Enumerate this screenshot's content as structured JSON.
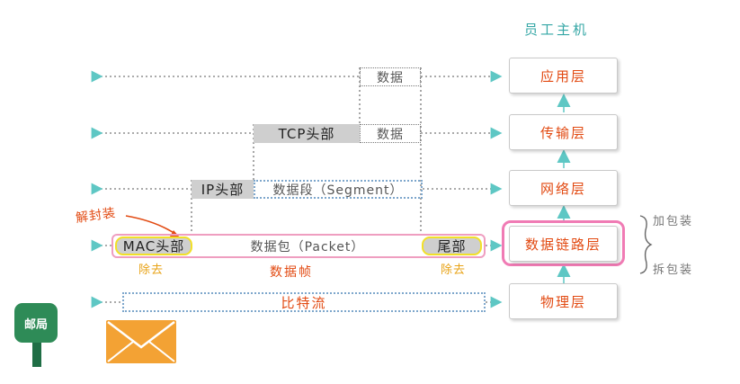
{
  "host_title": "员工主机",
  "layers": {
    "app": "应用层",
    "transport": "传输层",
    "network": "网络层",
    "datalink": "数据链路层",
    "physical": "物理层"
  },
  "app_row": {
    "data": "数据"
  },
  "transport_row": {
    "tcp_header": "TCP头部",
    "data": "数据"
  },
  "network_row": {
    "ip_header": "IP头部",
    "segment": "数据段（Segment）"
  },
  "datalink_row": {
    "mac_header": "MAC头部",
    "packet": "数据包（Packet）",
    "trailer": "尾部",
    "remove_left": "除去",
    "remove_right": "除去",
    "frame": "数据帧",
    "decapsulate": "解封装"
  },
  "physical_row": {
    "bitstream": "比特流"
  },
  "side_labels": {
    "encapsulate": "加包装",
    "unpack": "拆包装"
  },
  "post_office": {
    "sign": "邮局"
  },
  "colors": {
    "teal": "#5ec7c4",
    "orange_red": "#e24a12",
    "pink": "#f07bb4",
    "yellow": "#f2e028",
    "green_sign": "#2e8b57",
    "envelope": "#f3a234"
  }
}
